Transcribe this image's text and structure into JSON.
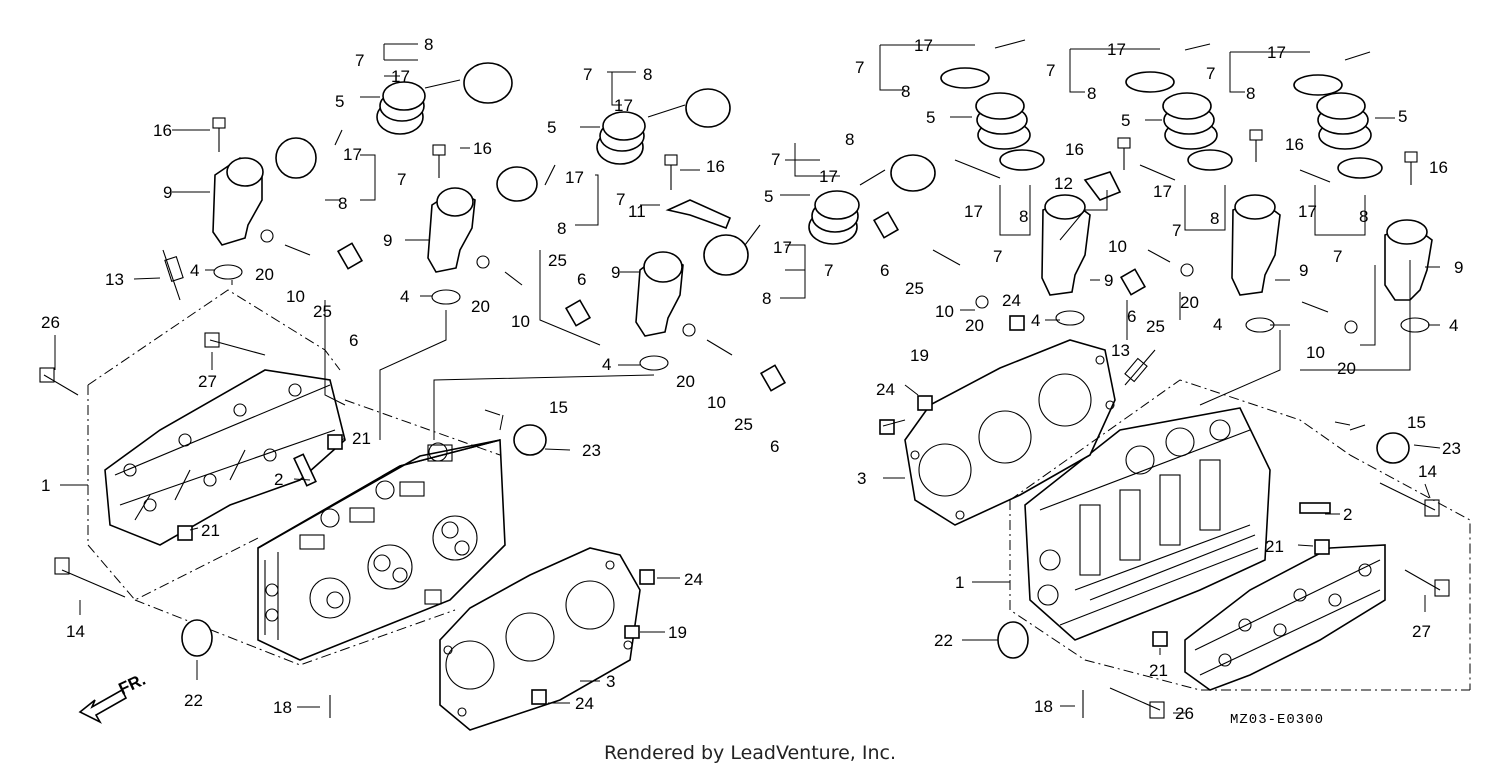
{
  "diagram": {
    "code": "MZ03-E0300",
    "front_marker": "FR.",
    "credit": "Rendered by LeadVenture, Inc."
  },
  "labels": [
    "1",
    "2",
    "3",
    "4",
    "5",
    "6",
    "7",
    "8",
    "9",
    "10",
    "11",
    "12",
    "13",
    "14",
    "15",
    "16",
    "17",
    "18",
    "19",
    "20",
    "21",
    "22",
    "23",
    "24",
    "25",
    "26",
    "27"
  ]
}
